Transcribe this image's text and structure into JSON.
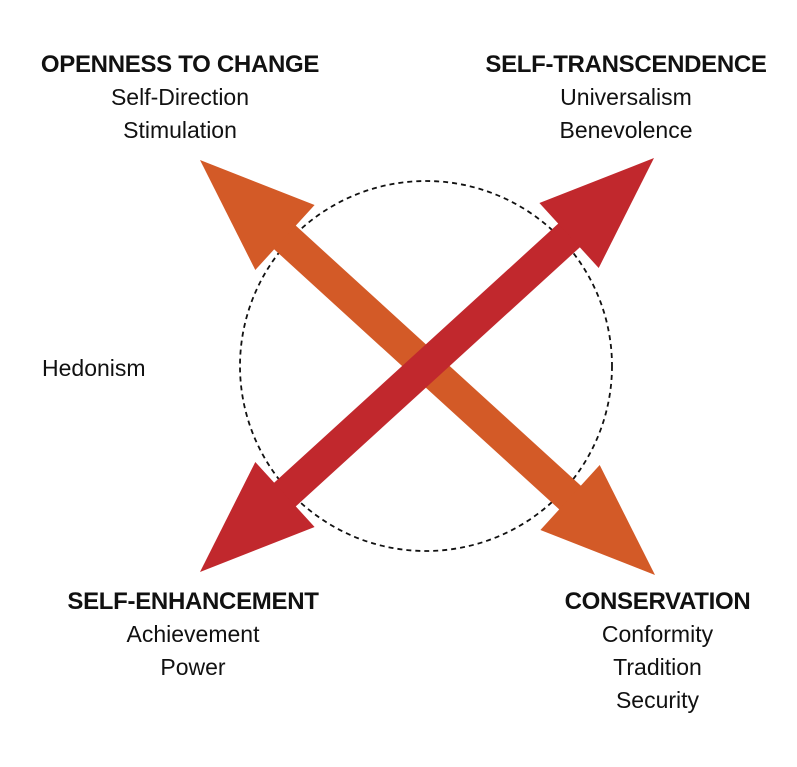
{
  "quadrants": {
    "openness": {
      "title": "OPENNESS TO CHANGE",
      "values": [
        "Self-Direction",
        "Stimulation"
      ]
    },
    "transcendence": {
      "title": "SELF-TRANSCENDENCE",
      "values": [
        "Universalism",
        "Benevolence"
      ]
    },
    "enhancement": {
      "title": "SELF-ENHANCEMENT",
      "values": [
        "Achievement",
        "Power"
      ]
    },
    "conservation": {
      "title": "CONSERVATION",
      "values": [
        "Conformity",
        "Tradition",
        "Security"
      ]
    }
  },
  "hedonism": "Hedonism",
  "colors": {
    "orange_arrow": "#d35a27",
    "red_arrow": "#c1282d",
    "circle_stroke": "#111111",
    "text": "#111111"
  }
}
